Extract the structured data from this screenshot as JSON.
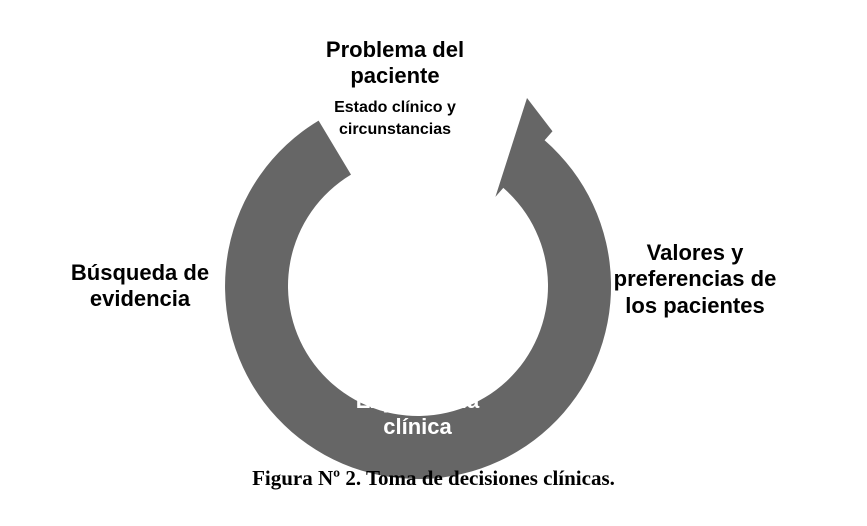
{
  "diagram": {
    "top": {
      "title_line1": "Problema del",
      "title_line2": "paciente",
      "sub_line1": "Estado clínico y",
      "sub_line2": "circunstancias"
    },
    "left": {
      "line1": "Búsqueda de",
      "line2": "evidencia"
    },
    "right": {
      "line1": "Valores y",
      "line2": "preferencias de",
      "line3": "los pacientes"
    },
    "bottom": {
      "line1": "Experiencia",
      "line2": "clínica"
    },
    "arrow_color": "#666666"
  },
  "caption": "Figura Nº 2. Toma de decisiones clínicas."
}
